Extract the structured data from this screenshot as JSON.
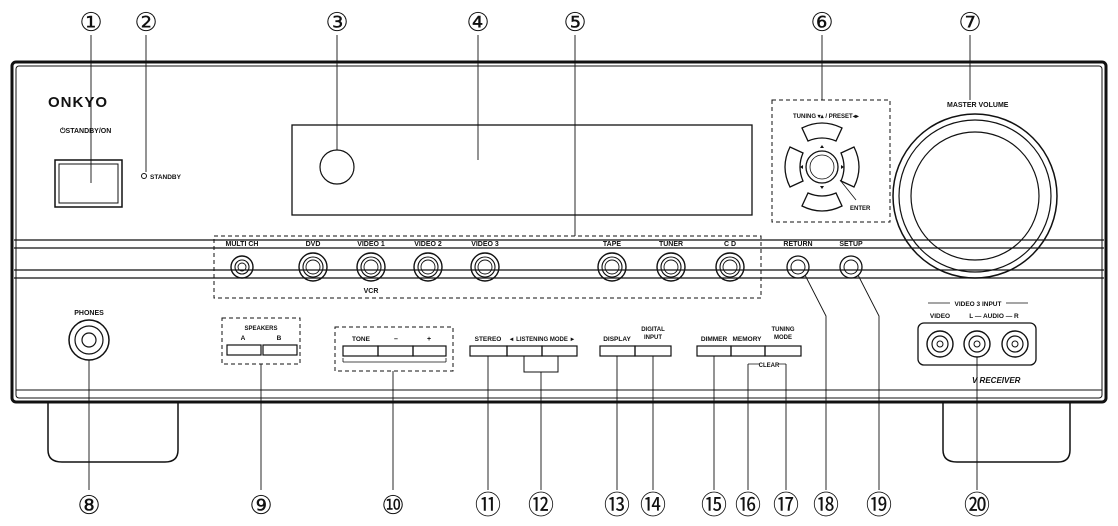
{
  "brand": "ONKYO",
  "power": {
    "label": "⏻STANDBY/ON"
  },
  "standby_indicator": {
    "label": "STANDBY"
  },
  "tuning": {
    "label": "TUNING ▾▴ / PRESET◂▸",
    "enter_label": "ENTER"
  },
  "master_volume": {
    "label": "MASTER VOLUME"
  },
  "input_selectors": [
    {
      "label": "MULTI CH"
    },
    {
      "label": "DVD"
    },
    {
      "label": "VIDEO 1"
    },
    {
      "label": "VIDEO 2"
    },
    {
      "label": "VIDEO 3"
    },
    {
      "label": "TAPE"
    },
    {
      "label": "TUNER"
    },
    {
      "label": "C D"
    }
  ],
  "vcr_label": "VCR",
  "return_label": "RETURN",
  "setup_label": "SETUP",
  "phones_label": "PHONES",
  "speakers": {
    "title": "SPEAKERS",
    "a": "A",
    "b": "B"
  },
  "tone": {
    "title": "TONE",
    "minus": "–",
    "plus": "+"
  },
  "listening": {
    "stereo": "STEREO",
    "mode": "◄ LISTENING MODE ►"
  },
  "display_label": "DISPLAY",
  "digital_input_label": [
    "DIGITAL",
    "INPUT"
  ],
  "dimmer_label": "DIMMER",
  "memory_label": "MEMORY",
  "tuning_mode_label": [
    "TUNING",
    "MODE"
  ],
  "clear_label": "CLEAR",
  "video3_input": {
    "title": "VIDEO 3 INPUT",
    "video": "VIDEO",
    "audio": "L — AUDIO — R"
  },
  "model_text": "V RECEIVER",
  "callouts_top": [
    "①",
    "②",
    "③",
    "④",
    "⑤",
    "⑥",
    "⑦"
  ],
  "callouts_bottom": [
    "⑧",
    "⑨",
    "⑩",
    "⑪",
    "⑫",
    "⑬",
    "⑭",
    "⑮",
    "⑯",
    "⑰",
    "⑱",
    "⑲",
    "⑳"
  ]
}
